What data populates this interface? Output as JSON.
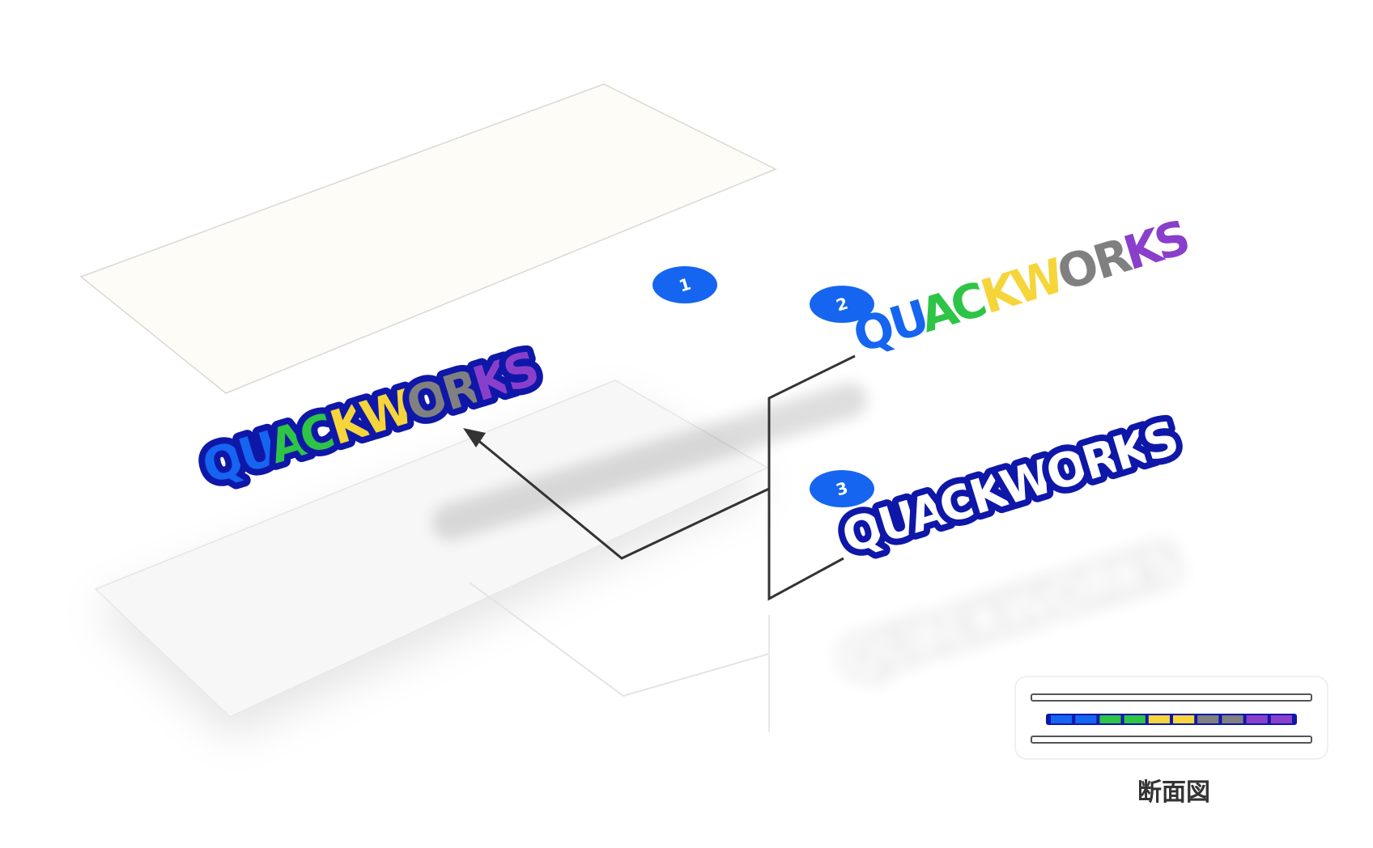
{
  "brand": {
    "wordmark": "QUACKWORKS",
    "letters": [
      "Q",
      "U",
      "A",
      "C",
      "K",
      "W",
      "O",
      "R",
      "K",
      "S"
    ],
    "letter_colors": [
      "#1565f0",
      "#1565f0",
      "#2ec446",
      "#2ec446",
      "#f5d53a",
      "#f5d53a",
      "#808080",
      "#808080",
      "#8a3fcb",
      "#8a3fcb"
    ],
    "outline_color": "#0f17a8",
    "white": "#ffffff"
  },
  "badges": [
    "1",
    "2",
    "3"
  ],
  "badge_color": "#1565f0",
  "cross_section": {
    "caption": "断面図",
    "segment_colors": [
      "#1565f0",
      "#1565f0",
      "#2ec446",
      "#2ec446",
      "#f5d53a",
      "#f5d53a",
      "#808080",
      "#808080",
      "#8a3fcb",
      "#8a3fcb"
    ],
    "outline_color": "#0f17a8"
  },
  "colors": {
    "sheet_top": "#fdfcf6",
    "sheet_bottom": "#f7f7f7",
    "leader_line": "#333333"
  }
}
